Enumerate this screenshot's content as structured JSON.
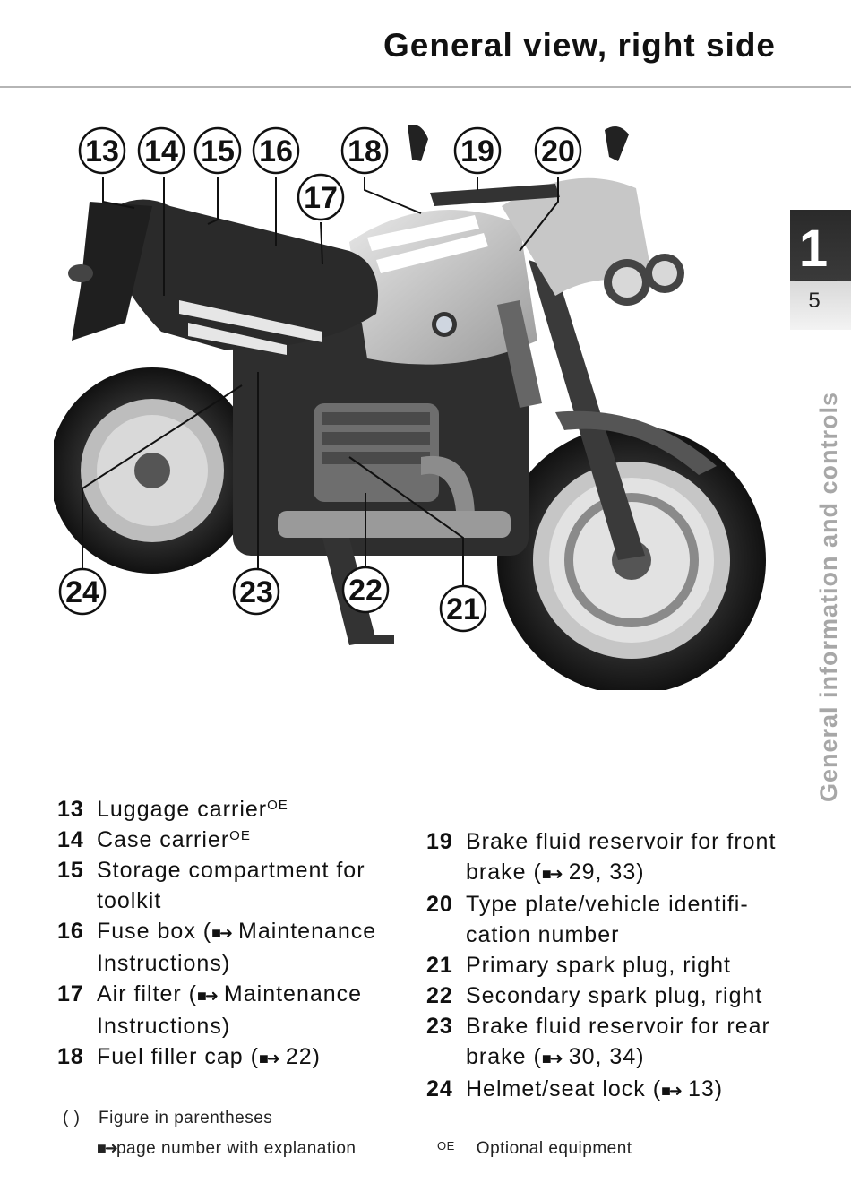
{
  "header": {
    "title": "General view, right side"
  },
  "chapter": {
    "number": "1",
    "page": "5",
    "section_title": "General information and controls"
  },
  "callouts": [
    "13",
    "14",
    "15",
    "16",
    "17",
    "18",
    "19",
    "20",
    "21",
    "22",
    "23",
    "24"
  ],
  "legend_left": [
    {
      "num": "13",
      "text": "Luggage carrier",
      "sup": "OE"
    },
    {
      "num": "14",
      "text": "Case carrier",
      "sup": "OE"
    },
    {
      "num": "15",
      "text": "Storage compartment for toolkit"
    },
    {
      "num": "16",
      "text": "Fuse box (",
      "ref": "Maintenance Instructions)"
    },
    {
      "num": "17",
      "text": "Air filter (",
      "ref": "Maintenance Instructions)"
    },
    {
      "num": "18",
      "text": "Fuel filler cap (",
      "ref": "22)"
    }
  ],
  "legend_right": [
    {
      "num": "19",
      "text": "Brake fluid reservoir for front brake (",
      "ref": "29, 33)"
    },
    {
      "num": "20",
      "text": "Type plate/vehicle identifi-cation number"
    },
    {
      "num": "21",
      "text": "Primary spark plug, right"
    },
    {
      "num": "22",
      "text": "Secondary spark plug, right"
    },
    {
      "num": "23",
      "text": "Brake fluid reservoir for rear brake (",
      "ref": "30, 34)"
    },
    {
      "num": "24",
      "text": "Helmet/seat lock (",
      "ref": "13)"
    }
  ],
  "footnotes": {
    "paren_symbol": "( )",
    "paren_text": "Figure in parentheses",
    "arrow_text": "page number with explanation",
    "oe_symbol": "OE",
    "oe_text": "Optional equipment"
  },
  "icons": {
    "ref_arrow": "page-reference-arrow-icon"
  }
}
